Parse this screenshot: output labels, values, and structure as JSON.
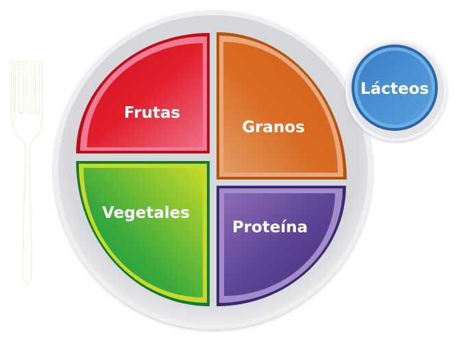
{
  "plate": {
    "sections": [
      {
        "id": "frutas",
        "label": "Frutas",
        "color": "#e01f2a",
        "light": "#f07a96",
        "dark": "#b5111c"
      },
      {
        "id": "granos",
        "label": "Granos",
        "color": "#d9691f",
        "light": "#eaa878",
        "dark": "#b4520f"
      },
      {
        "id": "vegetales",
        "label": "Vegetales",
        "color": "#3aa93c",
        "light": "#c6da2b",
        "dark": "#137a2f"
      },
      {
        "id": "proteina",
        "label": "Proteína",
        "color": "#5f4496",
        "light": "#a48bc9",
        "dark": "#3f2773"
      }
    ],
    "dairy": {
      "label": "Lácteos",
      "color": "#3f86cc",
      "light": "#6aaee4",
      "dark": "#2a66a6"
    },
    "rim_color": "#d4d5d8"
  },
  "fork": {
    "name": "fork"
  }
}
